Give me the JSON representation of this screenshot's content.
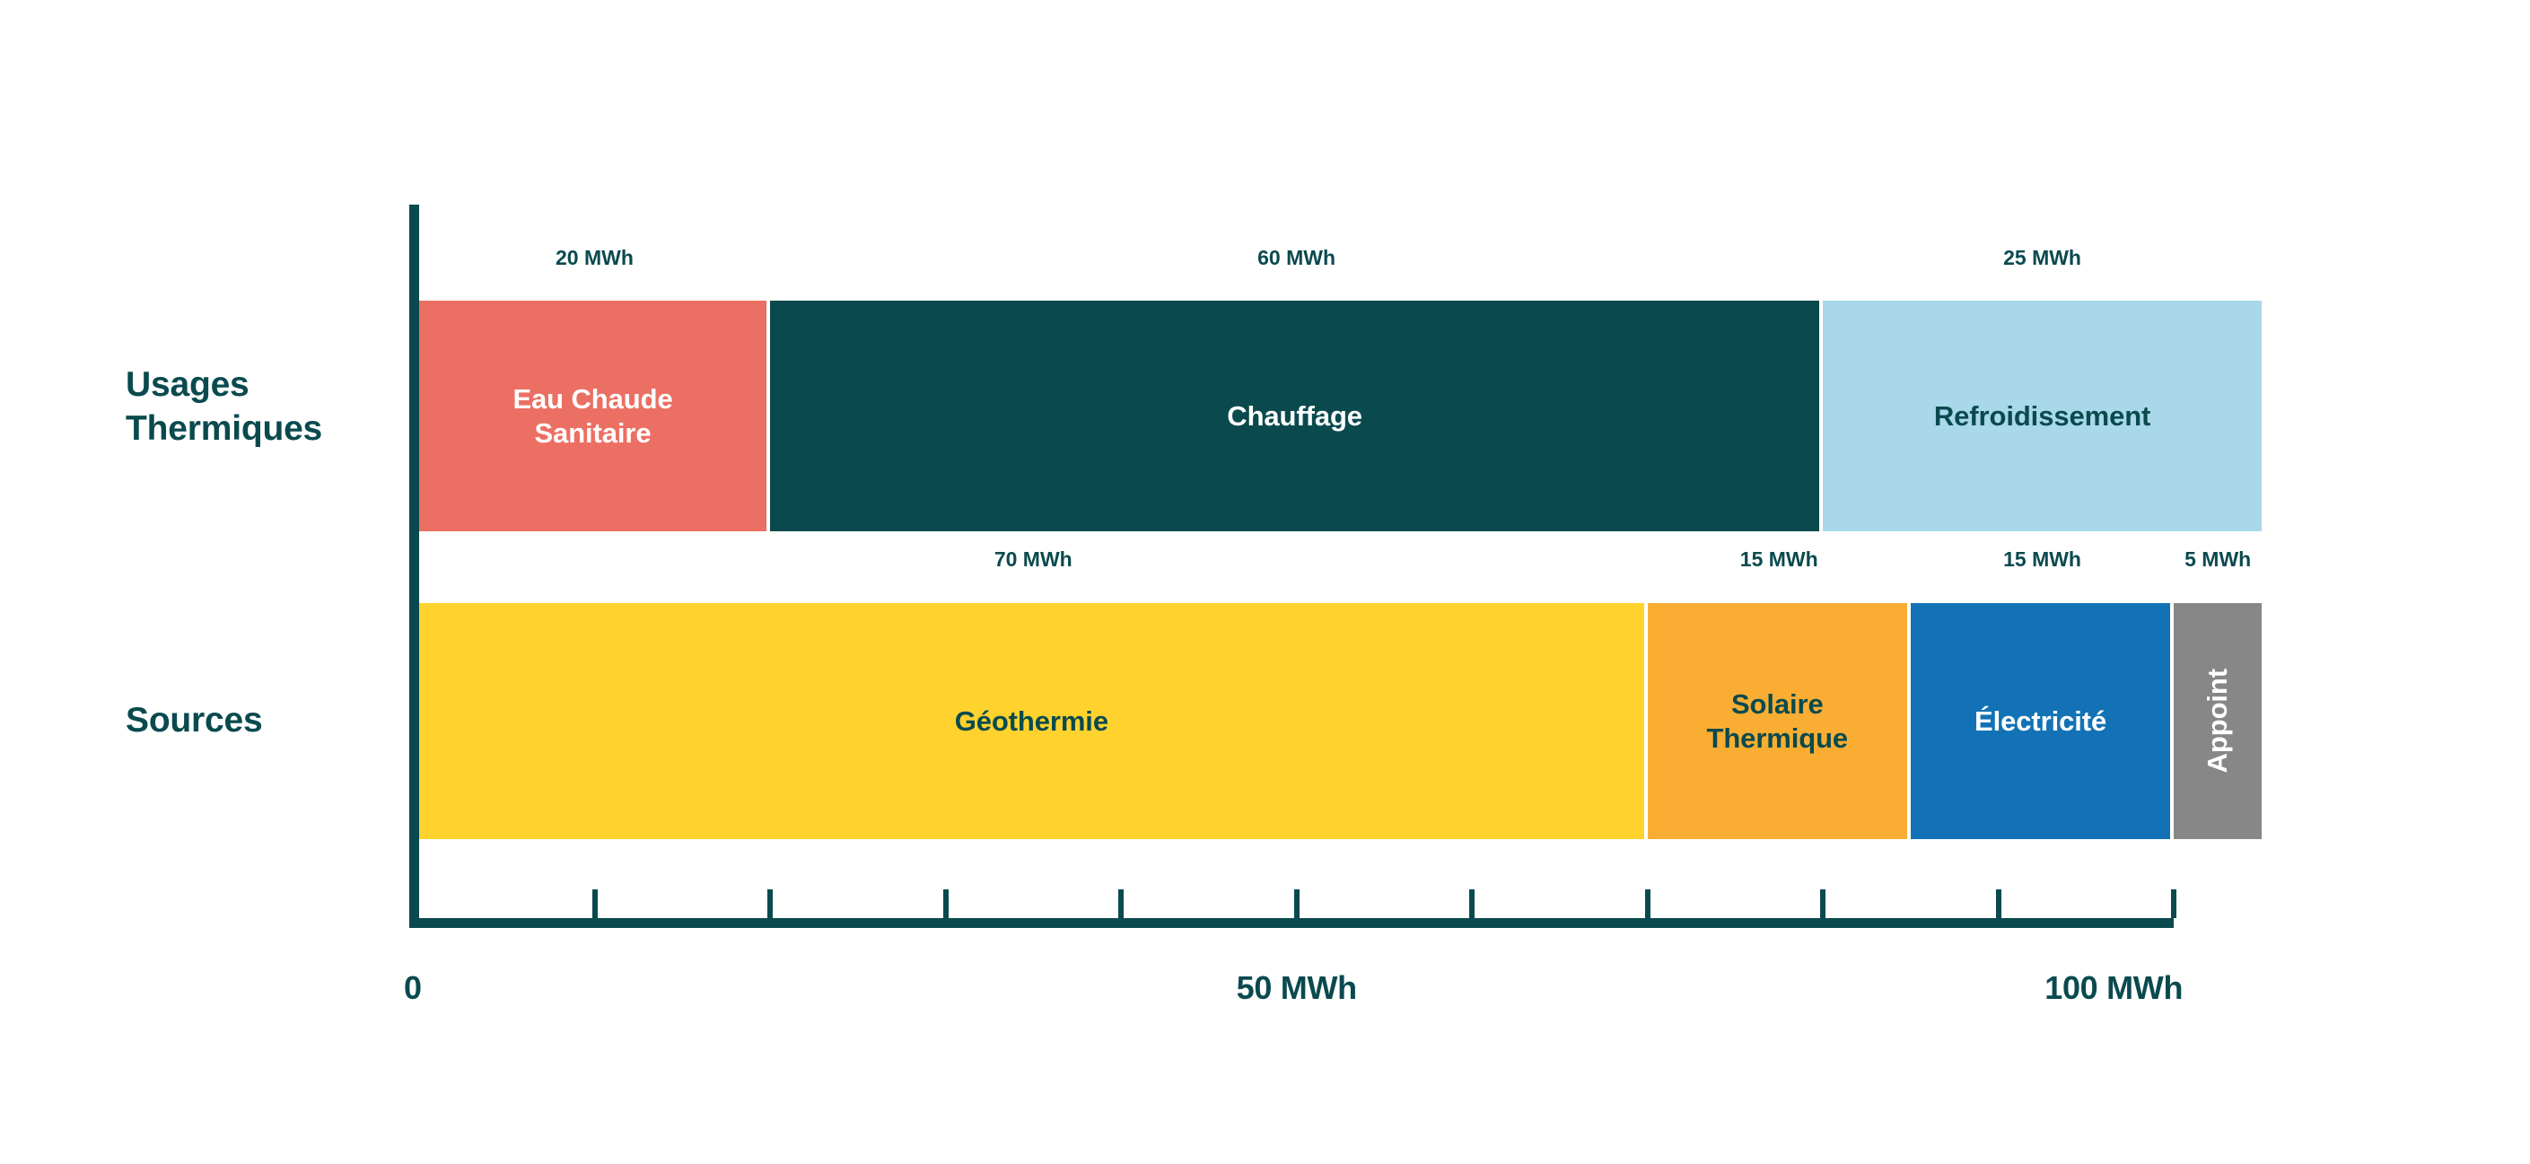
{
  "chart_data": {
    "type": "bar",
    "orientation": "horizontal",
    "stacked": true,
    "title": "",
    "subtitle": "",
    "xlabel": "",
    "ylabel": "",
    "unit": "MWh",
    "xlim": [
      0,
      105
    ],
    "grid": false,
    "legend": "none",
    "axis": {
      "tick_step": 10,
      "ticks": [
        0,
        10,
        20,
        30,
        40,
        50,
        60,
        70,
        80,
        90,
        100
      ],
      "tick_labels": [
        {
          "value": 0,
          "text": "0"
        },
        {
          "value": 50,
          "text": "50 MWh"
        },
        {
          "value": 100,
          "text": "100 MWh"
        }
      ],
      "axis_color": "#0A4A4E"
    },
    "categories": [
      "Usages Thermiques",
      "Sources"
    ],
    "rows": [
      {
        "label": "Usages\nThermiques",
        "label_plain": "Usages Thermiques",
        "total": 105,
        "segments": [
          {
            "name": "Eau Chaude Sanitaire",
            "label": "Eau Chaude\nSanitaire",
            "value": 20,
            "value_label": "20 MWh",
            "color": "#EC6F63",
            "text_color": "#FFFFFF",
            "rotated": false
          },
          {
            "name": "Chauffage",
            "label": "Chauffage",
            "value": 60,
            "value_label": "60 MWh",
            "color": "#0A4A4E",
            "text_color": "#FFFFFF",
            "rotated": false
          },
          {
            "name": "Refroidissement",
            "label": "Refroidissement",
            "value": 25,
            "value_label": "25 MWh",
            "color": "#A8D8EA",
            "text_color": "#0A4A4E",
            "rotated": false
          }
        ]
      },
      {
        "label": "Sources",
        "label_plain": "Sources",
        "total": 105,
        "segments": [
          {
            "name": "Geothermie",
            "label": "Géothermie",
            "value": 70,
            "value_label": "70 MWh",
            "color": "#FFD22E",
            "text_color": "#0A4A4E",
            "rotated": false
          },
          {
            "name": "Solaire Thermique",
            "label": "Solaire\nThermique",
            "value": 15,
            "value_label": "15 MWh",
            "color": "#F9AE33",
            "text_color": "#0A4A4E",
            "rotated": false
          },
          {
            "name": "Electricite",
            "label": "Électricité",
            "value": 15,
            "value_label": "15 MWh",
            "color": "#1272B5",
            "text_color": "#FFFFFF",
            "rotated": false
          },
          {
            "name": "Appoint",
            "label": "Appoint",
            "value": 5,
            "value_label": "5 MWh",
            "color": "#878787",
            "text_color": "#FFFFFF",
            "rotated": true
          }
        ]
      }
    ]
  },
  "colors": {
    "background": "#FFFFFF",
    "axis": "#0A4A4E",
    "text": "#0A4A4E",
    "eau_chaude_sanitaire": "#EC6F63",
    "chauffage": "#0A4A4E",
    "refroidissement": "#A8D8EA",
    "geothermie": "#FFD22E",
    "solaire_thermique": "#F9AE33",
    "electricite": "#1272B5",
    "appoint": "#878787"
  }
}
